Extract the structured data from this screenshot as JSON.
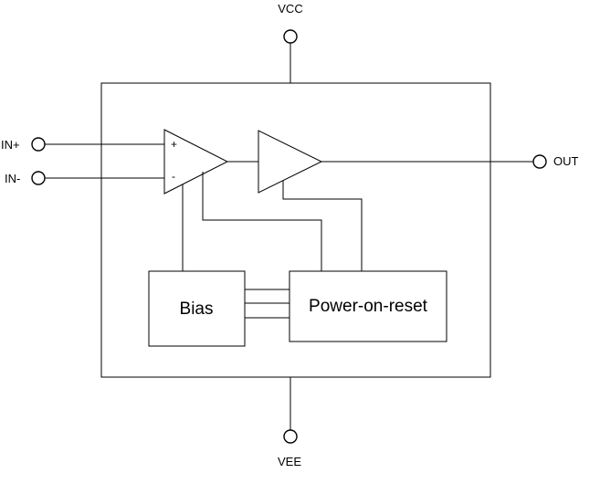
{
  "pins": {
    "vcc": "VCC",
    "vee": "VEE",
    "in_plus": "IN+",
    "in_minus": "IN-",
    "out": "OUT"
  },
  "amplifier": {
    "plus_sign": "+",
    "minus_sign": "-"
  },
  "blocks": {
    "bias": "Bias",
    "power_on_reset": "Power-on-reset"
  }
}
